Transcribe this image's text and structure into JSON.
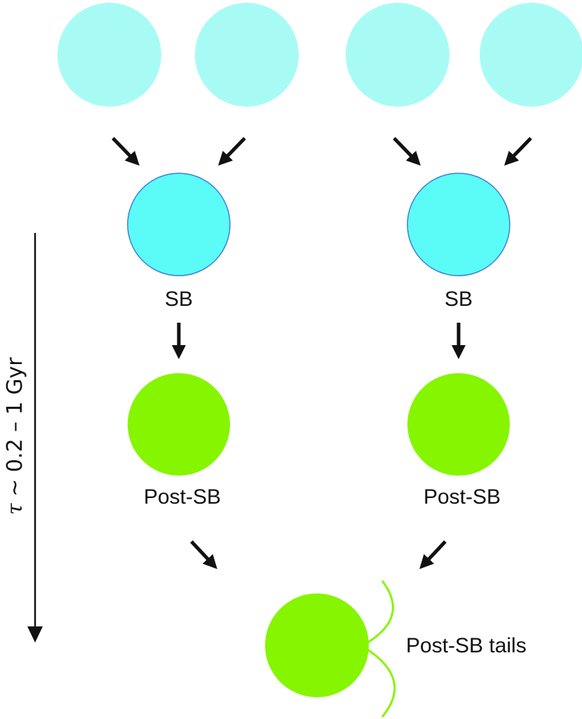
{
  "diagram": {
    "labels": {
      "sb_left": "SB",
      "sb_right": "SB",
      "post_sb_left": "Post-SB",
      "post_sb_right": "Post-SB",
      "post_sb_tails": "Post-SB tails"
    },
    "time_axis": {
      "symbol": "τ",
      "text": " ~ 0.2 – 1 Gyr"
    },
    "colors": {
      "progenitor": "#a8fbf5",
      "starburst": "#5bfbf7",
      "starburst_outline": "#3b7fd8",
      "post_starburst": "#86f500",
      "tails": "#86f500",
      "arrows": "#111111"
    }
  }
}
